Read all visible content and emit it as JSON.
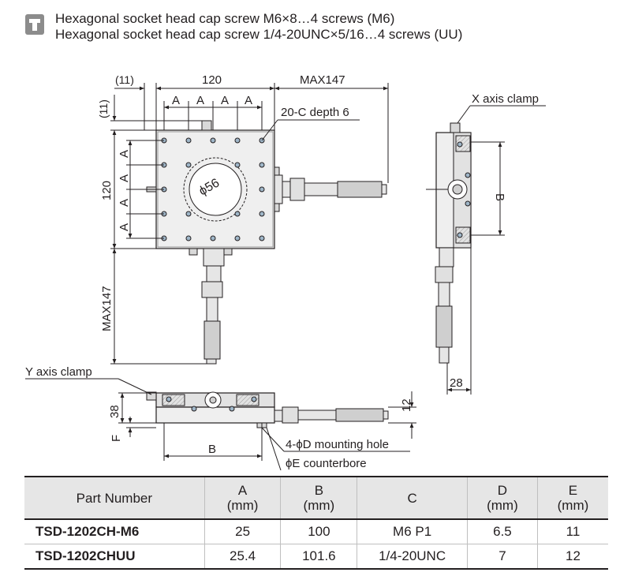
{
  "header": {
    "line1": "Hexagonal socket head cap screw M6×8…4 screws (M6)",
    "line2": "Hexagonal socket head cap screw 1/4-20UNC×5/16…4 screws (UU)"
  },
  "drawing": {
    "dim_11_top": "(11)",
    "dim_120_top": "120",
    "dim_max147_top": "MAX147",
    "dim_11_left": "(11)",
    "dim_a": "A",
    "dim_120_left": "120",
    "dim_max147_left": "MAX147",
    "label_20c": "20-C depth 6",
    "label_phi56": "ϕ56",
    "label_x_clamp": "X axis clamp",
    "label_b_side": "B",
    "label_28": "28",
    "label_y_clamp": "Y axis clamp",
    "label_38": "38",
    "label_f": "F",
    "label_12": "12",
    "label_b_front": "B",
    "label_mount": "4-ϕD  mounting hole",
    "label_counterbore": "ϕE counterbore"
  },
  "table": {
    "headers": [
      {
        "main": "Part Number",
        "unit": ""
      },
      {
        "main": "A",
        "unit": "(mm)"
      },
      {
        "main": "B",
        "unit": "(mm)"
      },
      {
        "main": "C",
        "unit": ""
      },
      {
        "main": "D",
        "unit": "(mm)"
      },
      {
        "main": "E",
        "unit": "(mm)"
      }
    ],
    "rows": [
      [
        "TSD-1202CH-M6",
        "25",
        "100",
        "M6 P1",
        "6.5",
        "11"
      ],
      [
        "TSD-1202CHUU",
        "25.4",
        "101.6",
        "1/4-20UNC",
        "7",
        "12"
      ]
    ]
  }
}
